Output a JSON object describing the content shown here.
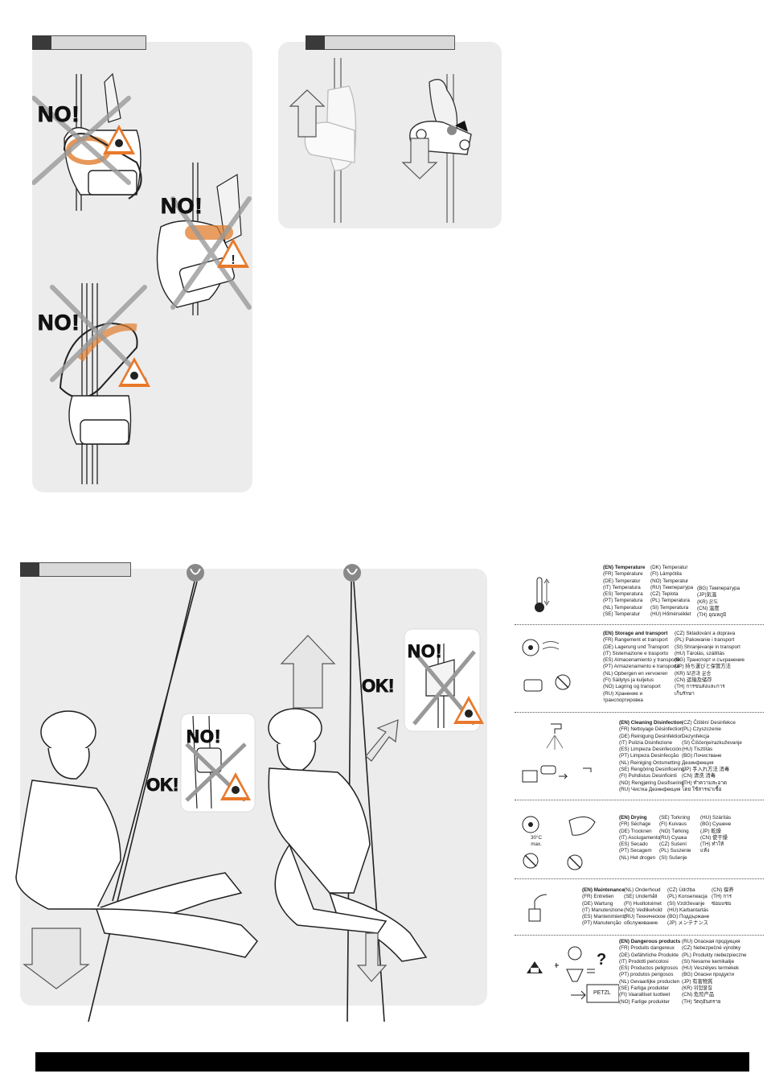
{
  "warnings": {
    "no_label": "NO!",
    "ok_label": "OK!",
    "exclamation": "!"
  },
  "petzl_box_label": "PETZL",
  "drying_temp": "30°C\nmax.",
  "question_mark": "?",
  "legend": {
    "temperature": {
      "col1": [
        "(EN) Temperature",
        "(FR) Température",
        "(DE) Temperatur",
        "(IT) Temperatura",
        "(ES) Temperatura",
        "(PT) Temperatura",
        "(NL) Temperatuur",
        "(SE) Temperatur"
      ],
      "col2": [
        "(DK) Temperatur",
        "(FI) Lämpötila",
        "(NO) Temperatur",
        "(RU) Температура",
        "(CZ) Teplota",
        "(PL) Temperatura",
        "(SI) Temperatura",
        "(HU) Hőmérséklet"
      ],
      "col3": [
        "(BG) Температура",
        "(JP)気温",
        "(KR) 온도",
        "(CN) 温度",
        "(TH) อุณหภูมิ"
      ]
    },
    "storage": {
      "col1": [
        "(EN) Storage and transport",
        "(FR) Rangement et transport",
        "(DE) Lagerung und Transport",
        "(IT) Sistemazione e trasporto",
        "(ES) Almacenamiento y transporte",
        "(PT) Armazenamento e transporte",
        "(NL) Opbergen en vervoeren",
        "(FI) Säilytys ja kuljetus",
        "(NO) Lagring og transport",
        "(RU) Хранение и",
        "транспортировка"
      ],
      "col2": [
        "(CZ) Skladování a doprava",
        "(PL) Pakowanie i transport",
        "(SI) Shranjevanje in transport",
        "(HU) Tárolás, szállítás",
        "(BG) Транспорт и съхранение",
        "(JP) 持ち運びと保管方法",
        "(KR) 보관과 운송",
        "(CN) 运输及储存",
        "(TH) การขนส่งและการ",
        "เก็บรักษา"
      ]
    },
    "cleaning": {
      "col1": [
        "(EN) Cleaning Disinfection",
        "(FR) Nettoyage Désinfection",
        "(DE) Reinigung Desinfektion",
        "(IT) Pulizia Disinfezione",
        "(ES) Limpieza Desinfección",
        "(PT) Limpeza Desinfecção",
        "(NL) Reiniging Ontsmetting",
        "(SE) Rengöring Desinficering",
        "(FI) Puhdistus Desinfiointi",
        "(NO) Rengjøring Desifisering",
        "(RU) Чистка Дезинфекция"
      ],
      "col2": [
        "(CZ) Čištění Desinfekce",
        "(PL) Czyszczenie",
        "Dezynfekcja",
        "(SI) Čiščenje/razkuževanje",
        "(HU) Tisztítás",
        "(BG) Почистване",
        "Дезинфекция",
        "(JP) 手入れ方法 消毒",
        "(CN) 清洗 消毒",
        "(TH) ทำความสะอาด",
        "โดย ใช้สารฆ่าเชื้อ"
      ]
    },
    "drying": {
      "col1": [
        "(EN) Drying",
        "(FR) Séchage",
        "(DE) Trocknen",
        "(IT) Asciugamento",
        "(ES) Secado",
        "(PT) Secagem",
        "(NL) Het drogen"
      ],
      "col2": [
        "(SE) Torkning",
        "(FI) Kuivaus",
        "(NO) Tørking",
        "(RU) Сушка",
        "(CZ) Sušení",
        "(PL) Suszenie",
        "(SI) Sušenje"
      ],
      "col3": [
        "(HU) Szárítás",
        "(BG) Сушене",
        "(JP) 乾燥",
        "(CN) 使干燥",
        "(TH) ทำให้",
        "แห้ง"
      ]
    },
    "maintenance": {
      "col1": [
        "(EN) Maintenance",
        "(FR) Entretien",
        "(DE) Wartung",
        "(IT) Manutenzione",
        "(ES) Mantenimiento",
        "(PT) Manutenção"
      ],
      "col2": [
        "(NL) Onderhoud",
        "(SE) Underhåll",
        "(FI) Huoltotoimet",
        "(NO) Vedlikehold",
        "(RU) Техническое",
        "обслуживание"
      ],
      "col3": [
        "(CZ) Údržba",
        "(PL) Konserwacja",
        "(SI) Vzdrževanje",
        "(HU) Karbantartás",
        "(BG) Поддържане",
        "(JP) メンテナンス"
      ],
      "col4": [
        "(CN) 保养",
        "(TH) การ",
        "ซ่อมแซม"
      ]
    },
    "dangerous": {
      "col1": [
        "(EN) Dangerous products",
        "(FR) Produits dangereux",
        "(DE) Gefährliche Produkte",
        "(IT) Prodotti pericolosi",
        "(ES) Productos peligrosos",
        "(PT) produtos perigosos",
        "(NL) Gevaarlijke producten",
        "(SE) Farliga produkter",
        "(FI) Vaaralliset tuotteet",
        "(NO) Farlige produkter"
      ],
      "col2": [
        "(RU) Опасная продукция",
        "(CZ) Nebezpečné výrobky",
        "(PL) Produkty niebezpieczne",
        "(SI) Nevarne kemikalije",
        "(HU) Veszélyes termékek",
        "(BG) Опасни продукти",
        "(JP) 有害物質",
        "(KR) 위험물질",
        "(CN) 危险产品",
        "(TH) วัตถุอันตราย"
      ]
    }
  }
}
